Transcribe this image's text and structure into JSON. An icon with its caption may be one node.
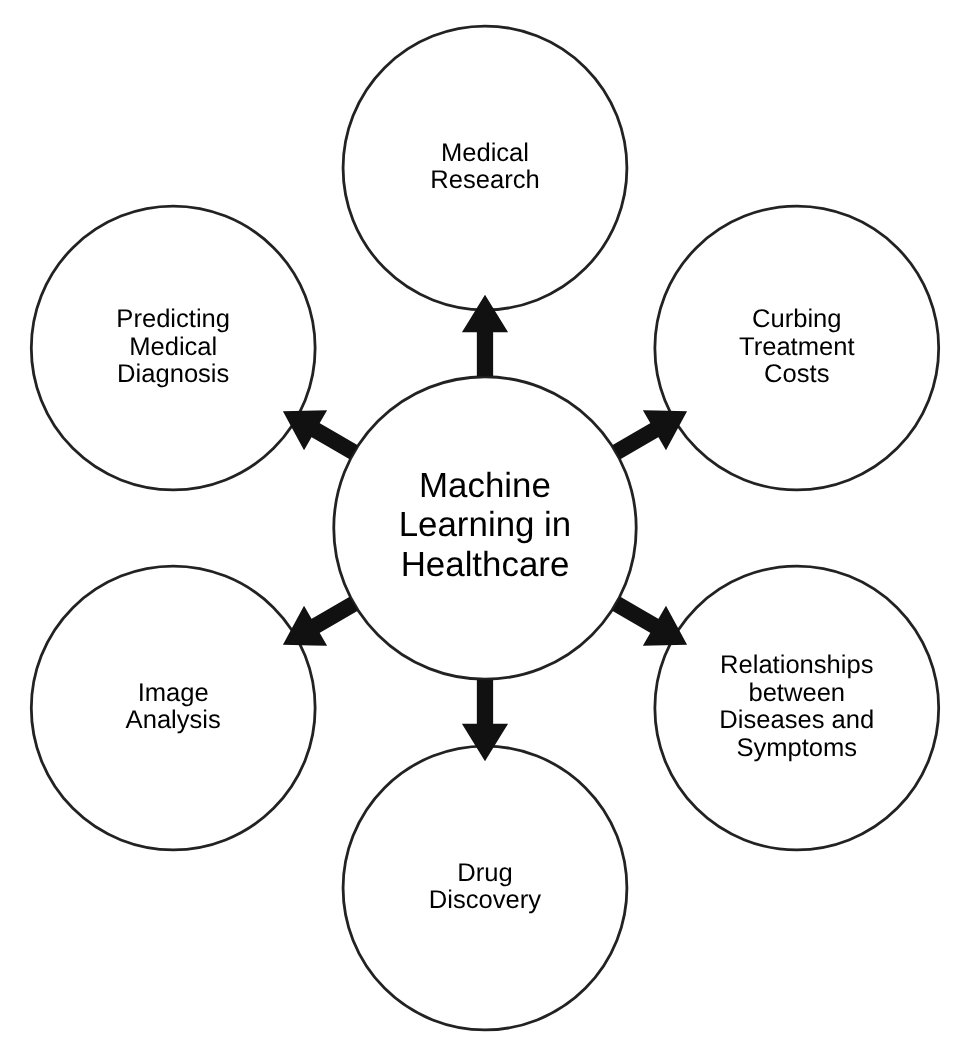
{
  "diagram": {
    "nodes": [
      {
        "text": [
          "Machine Learning in Healthcare"
        ]
      },
      {
        "text": [
          "Medical Research"
        ]
      },
      {
        "text": [
          "Curbing Treatment Costs"
        ]
      },
      {
        "text": [
          "Relationships between Diseases and Symptoms"
        ]
      },
      {
        "text": [
          "Drug Discovery"
        ]
      },
      {
        "text": [
          "Image Analysis"
        ]
      },
      {
        "text": [
          "Predicting Medical Diagnosis"
        ]
      }
    ],
    "edges": [
      {
        "from": 0,
        "to": 1,
        "arrow": "to"
      },
      {
        "from": 0,
        "to": 2,
        "arrow": "to"
      },
      {
        "from": 0,
        "to": 3,
        "arrow": "to"
      },
      {
        "from": 0,
        "to": 4,
        "arrow": "to"
      },
      {
        "from": 0,
        "to": 5,
        "arrow": "to"
      },
      {
        "from": 0,
        "to": 6,
        "arrow": "to"
      }
    ]
  }
}
